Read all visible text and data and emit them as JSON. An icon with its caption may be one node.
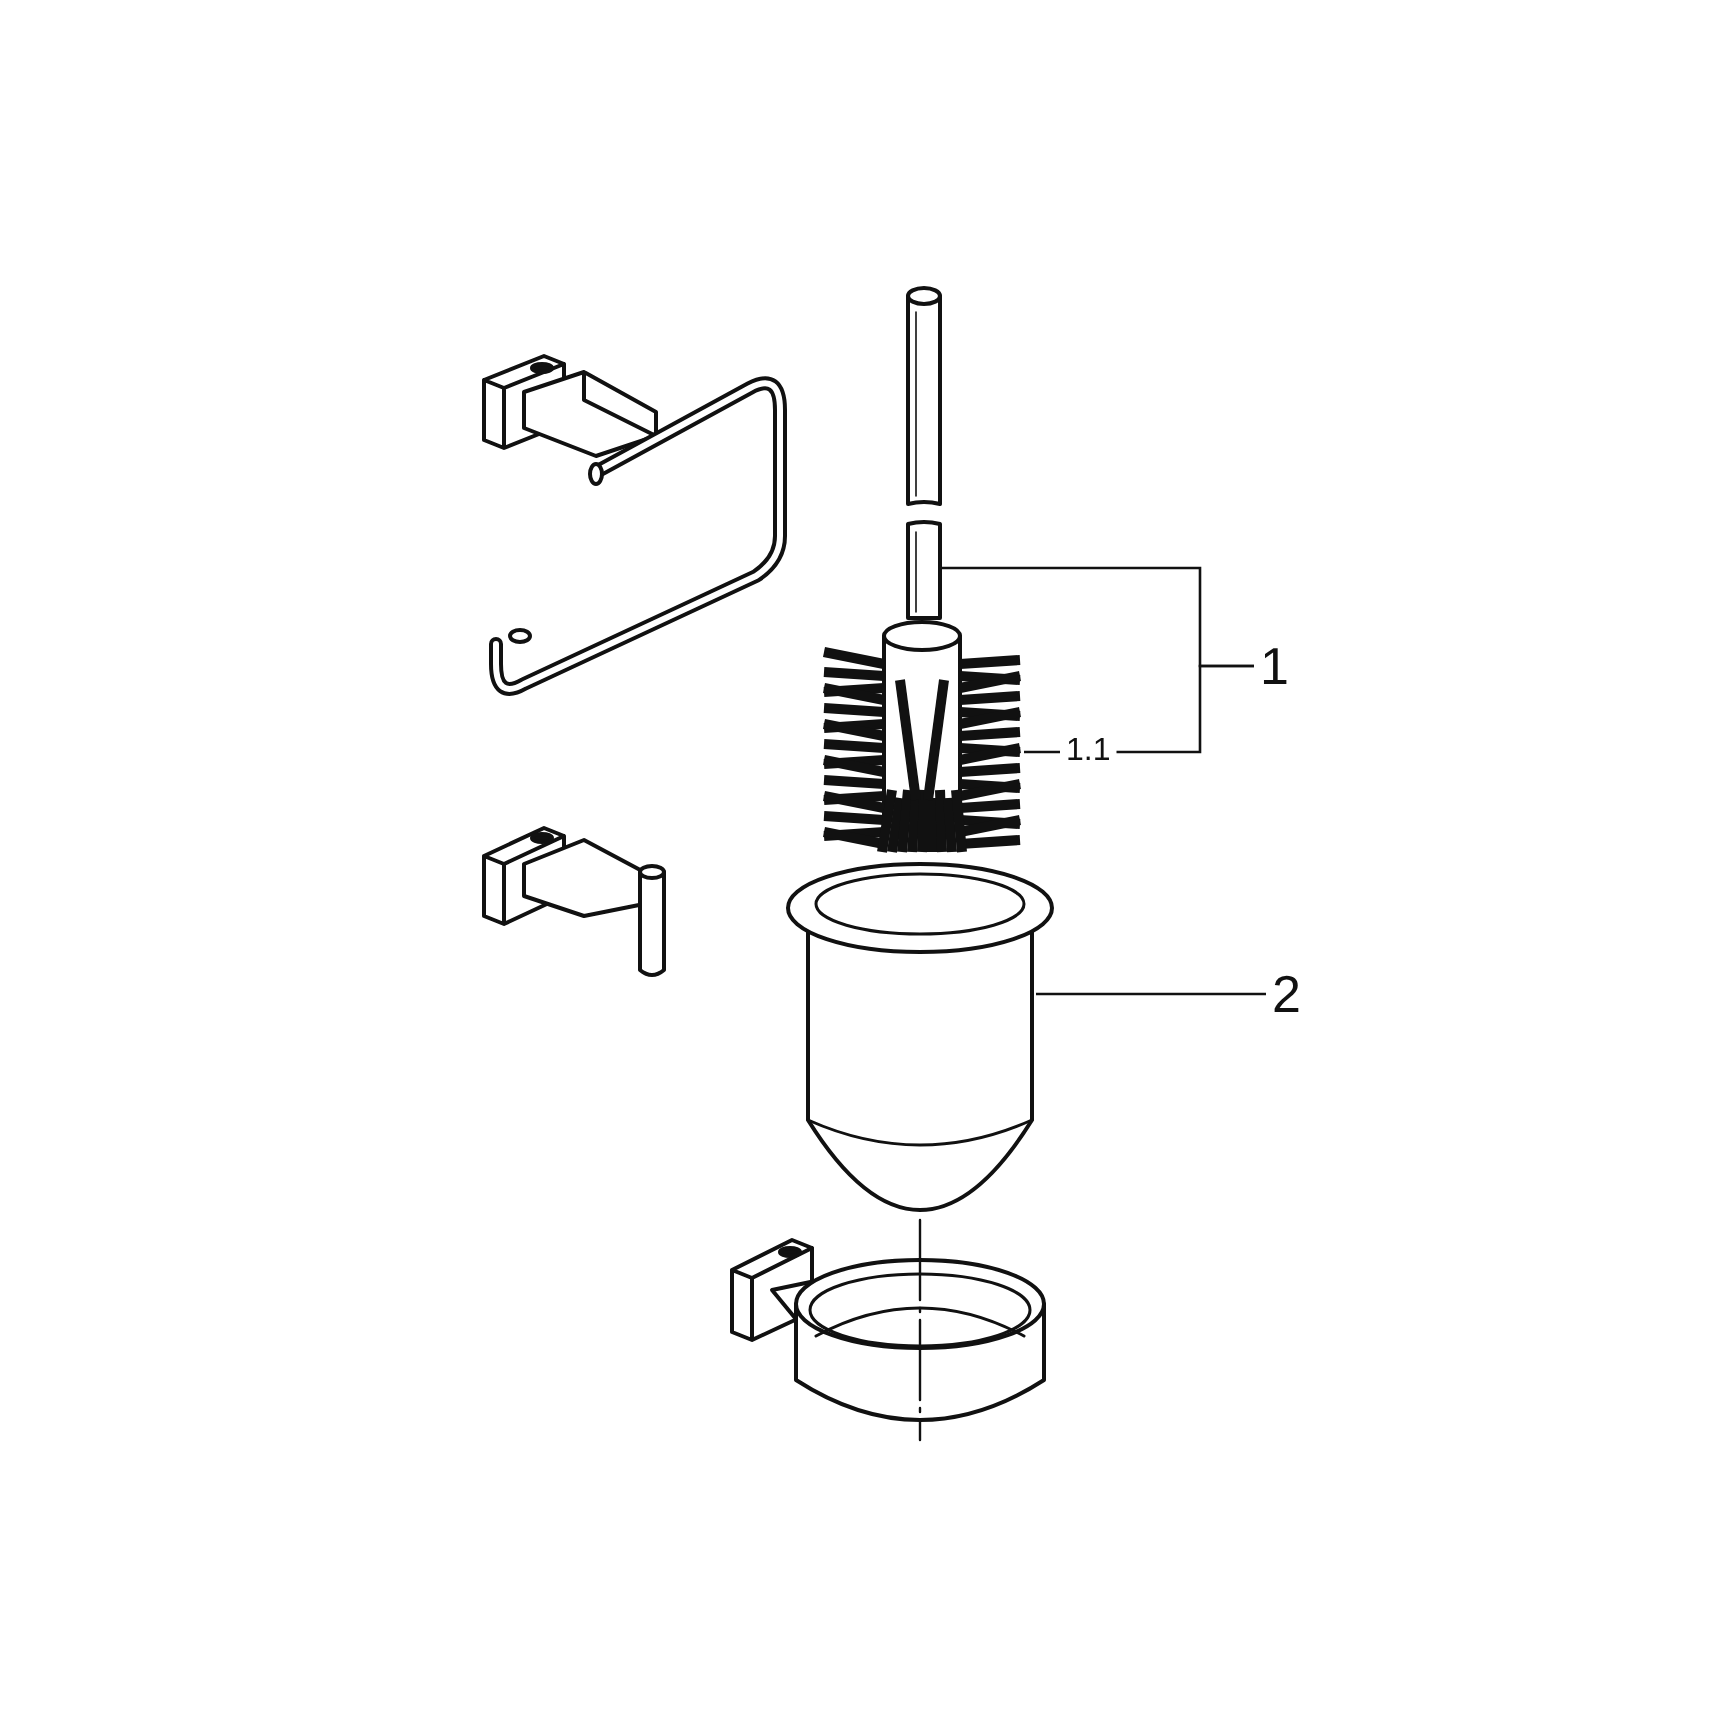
{
  "diagram": {
    "nodes": [
      {
        "text": [
          "1"
        ]
      },
      {
        "text": [
          "1.1"
        ]
      },
      {
        "text": [
          "2"
        ]
      },
      {
        "text": [],
        "shape": "picture"
      },
      {
        "text": [],
        "shape": "picture"
      },
      {
        "text": [],
        "shape": "picture"
      }
    ],
    "edges": [
      {
        "from": 0,
        "to": 3,
        "arrow": "none"
      },
      {
        "from": 0,
        "to": 1,
        "arrow": "none"
      },
      {
        "from": 1,
        "to": 4,
        "arrow": "none"
      },
      {
        "from": 2,
        "to": 5,
        "arrow": "none"
      }
    ]
  }
}
